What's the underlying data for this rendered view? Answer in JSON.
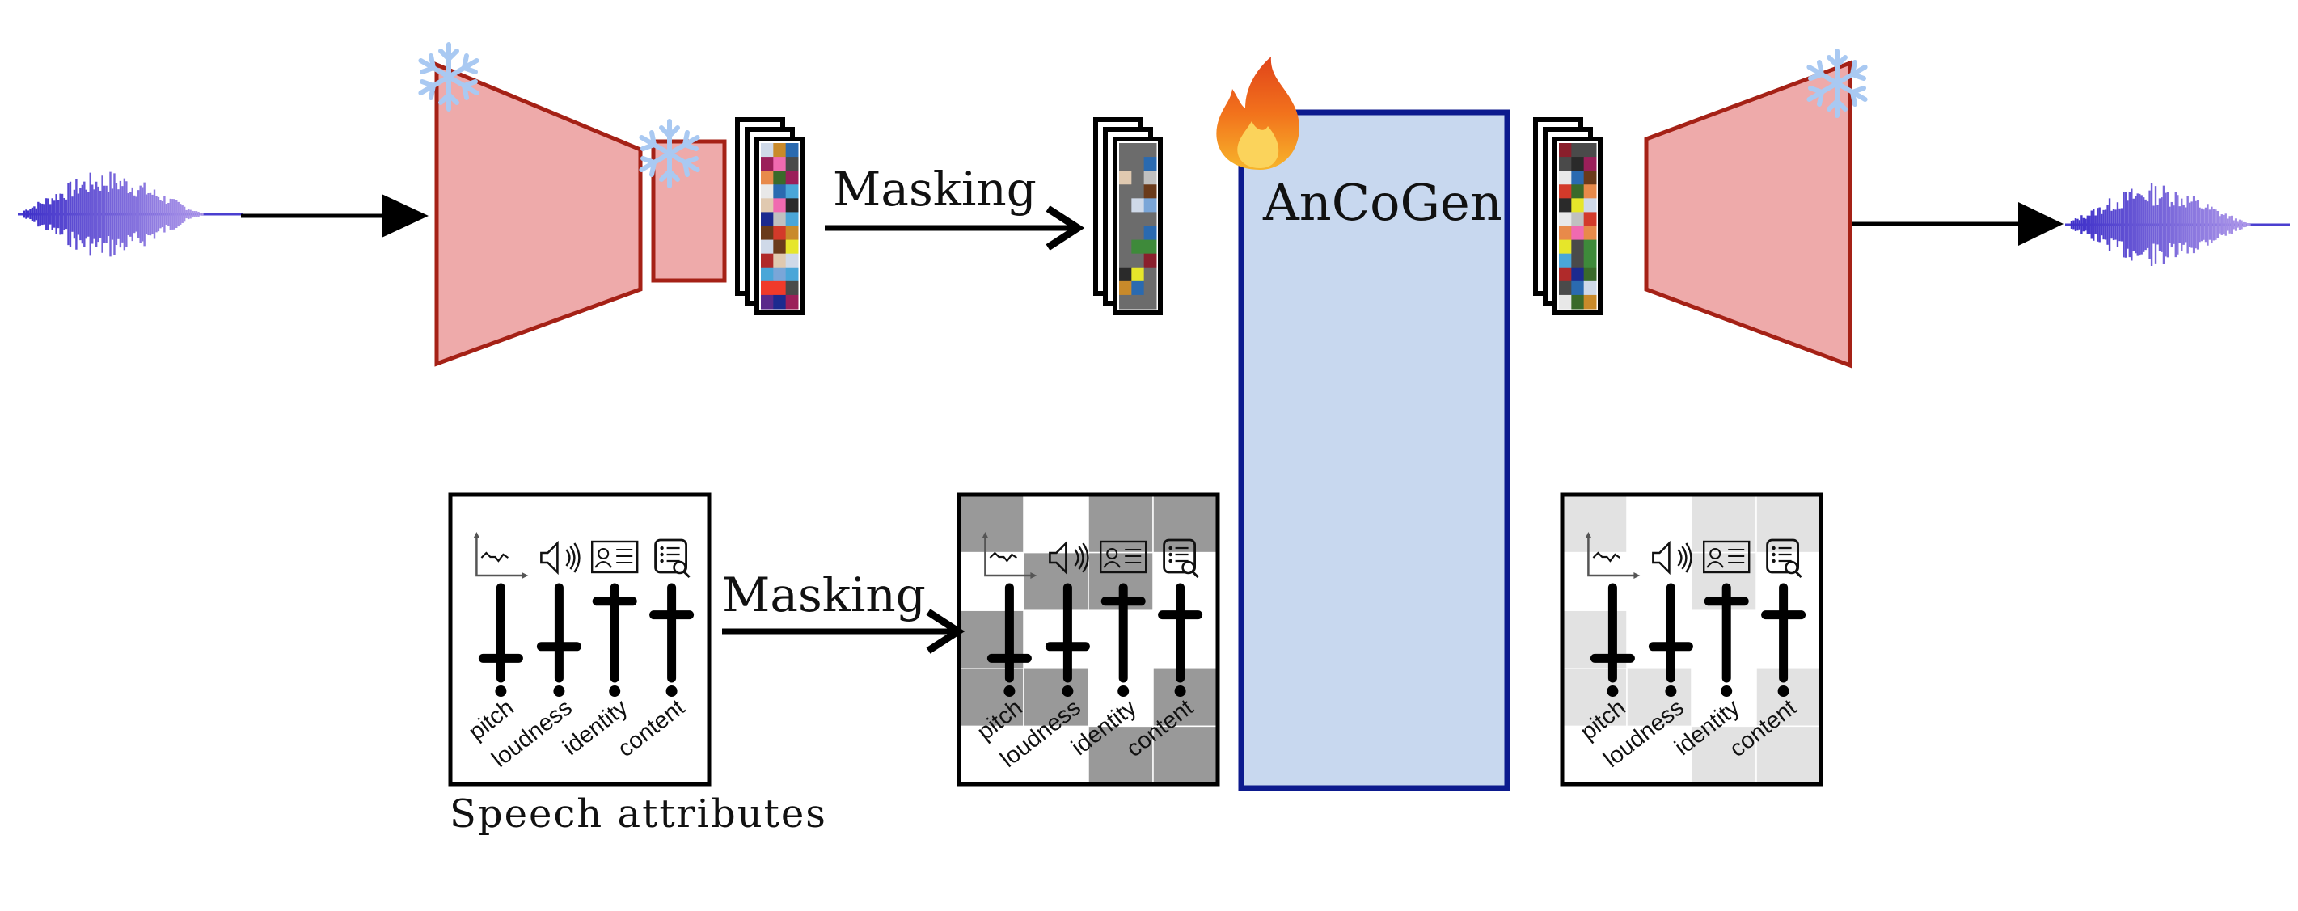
{
  "labels": {
    "masking_top": "Masking",
    "masking_bottom": "Masking",
    "model": "AnCoGen",
    "speech_attributes": "Speech attributes"
  },
  "attributes": [
    "pitch",
    "loudness",
    "identity",
    "content"
  ],
  "icons": {
    "frozen": "snowflake-icon",
    "trainable": "fire-icon",
    "attribute_icons": [
      "pitch-plot-icon",
      "speaker-volume-icon",
      "id-card-icon",
      "content-document-icon"
    ]
  },
  "colors": {
    "encoder_fill": "#eeaaaa",
    "encoder_stroke": "#a52116",
    "ancogen_fill": "#c8d8ef",
    "ancogen_stroke": "#0c1a8e",
    "waveform": "#5a4fd6",
    "mask_gray": "#999999",
    "mask_light": "#e2e2e2",
    "snowflake": "#a9c9f2"
  },
  "slider_levels": {
    "input": [
      0.22,
      0.35,
      0.85,
      0.7
    ],
    "masked": [
      0.22,
      0.35,
      0.85,
      0.7
    ],
    "output": [
      0.22,
      0.35,
      0.85,
      0.7
    ]
  }
}
